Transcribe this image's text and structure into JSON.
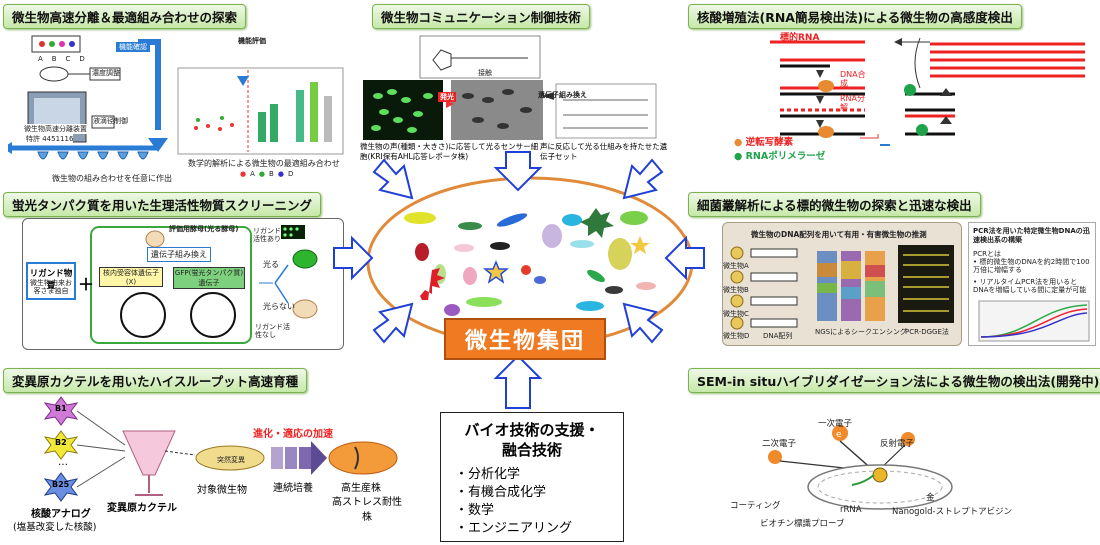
{
  "colors": {
    "header_bg": "#d4edbe",
    "header_border": "#7ab24e",
    "arrow_blue": "#1f3fd6",
    "center_orange": "#e87722",
    "ellipse_border": "#e08a3a"
  },
  "sections": {
    "top_left": {
      "title": "微生物高速分離＆最適組み合わせの探索",
      "machine_note": "微生物高速分離装置",
      "patent": "特許 4451116",
      "letters": [
        "A",
        "B",
        "C",
        "D"
      ],
      "func_eval_box": "機能確認",
      "func_eval_title": "機能評価",
      "conc_adjust": "濃度調整",
      "trace_ctrl": "液滴径制御",
      "combo_bottom": "微生物の組み合わせを任意に作出",
      "math_note": "数学的解析による微生物の最適組み合わせ",
      "legend_abc": [
        "A",
        "B",
        "D"
      ]
    },
    "top_center": {
      "title": "微生物コミュニケーション制御技術",
      "contact": "接触",
      "luminescence": "発光",
      "gene_mod": "遺伝子組み換え",
      "caption_left": "微生物の声(種類・大きさ)に応答して光るセンサー細胞(KRI保有AHL応答レポータ株)",
      "caption_right": "声に反応して光る仕組みを持たせた遺伝子セット"
    },
    "top_right": {
      "title": "核酸増殖法(RNA簡易検出法)による微生物の高感度検出",
      "target_rna": "標的RNA",
      "dna_synth": "DNA合成",
      "rna_decomp": "RNA分解",
      "legend_rt": "逆転写酵素",
      "legend_rnap": "RNAポリメラーゼ"
    },
    "mid_left": {
      "title": "蛍光タンパク質を用いた生理活性物質スクリーニング",
      "ligand_box": "リガンド物質",
      "ligand_sub": "微生物由来お客さま独自",
      "eval_yeast": "評価用酵母(光る酵母)",
      "gene_mod": "遺伝子組み換え",
      "receptor": "核内受容体遺伝子(X)",
      "gfp": "GFP(蛍光タンパク質)遺伝子",
      "ligand_active": "リガンド活性あり",
      "glow": "光る",
      "no_glow": "光らない",
      "ligand_inactive": "リガンド活性なし",
      "plus": "＋"
    },
    "mid_right": {
      "title": "細菌叢解析による標的微生物の探索と迅速な検出",
      "analysis_title": "微生物のDNA配列を用いて有用・有害微生物の推測",
      "dna_seq": "DNA配列",
      "microbe_labels": [
        "微生物A",
        "微生物B",
        "微生物C",
        "微生物D"
      ],
      "ngs": "NGSによるシークエンシング",
      "pcr_dgge": "PCR-DGGE法",
      "pcr_title": "PCR法を用いた特定微生物DNAの迅速検出系の構築",
      "pcr_heading": "PCRとは",
      "pcr_bullets": [
        "標的微生物のDNAを約2時間で100万倍に増幅する",
        "リアルタイムPCR法を用いるとDNAを増幅している間に定量が可能"
      ]
    },
    "bottom_left": {
      "title": "変異原カクテルを用いたハイスループット高速育種",
      "nucleic_labels": [
        "B1",
        "B2",
        "B25"
      ],
      "dots": "…",
      "analog": "核酸アナログ",
      "analog_sub": "(塩基改変した核酸)",
      "cocktail": "変異原カクテル",
      "mutation": "突然変異",
      "target": "対象微生物",
      "evolution": "進化・適応の加速",
      "culture": "連続培養",
      "result_line1": "高生産株",
      "result_line2": "高ストレス耐性株"
    },
    "bottom_right": {
      "title": "SEM-in situハイブリダイゼーション法による微生物の検出法(開発中)",
      "primary": "一次電子",
      "secondary": "二次電子",
      "reflected": "反射電子",
      "coating": "コーティング",
      "trna": "rRNA",
      "gold": "金",
      "nanogold": "Nanogold-ストレプトアビジン",
      "biotin": "ビオチン標識プローブ",
      "e": "e"
    }
  },
  "center": {
    "label": "微生物集団"
  },
  "support": {
    "title_line1": "バイオ技術の支援・",
    "title_line2": "融合技術",
    "items": [
      "・分析化学",
      "・有機合成化学",
      "・数学",
      "・エンジニアリング"
    ]
  }
}
